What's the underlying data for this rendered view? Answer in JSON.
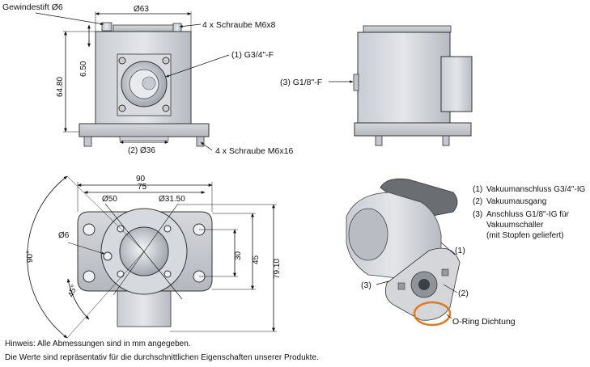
{
  "front_view": {
    "pin_label": "Gewindestift Ø6",
    "width_label": "Ø63",
    "top_screws": "4 x Schraube M6x8",
    "dim_650": "6.50",
    "dim_6480": "64.80",
    "port1": "(1) G3/4\"-F",
    "base_dim": "(2) Ø36",
    "bottom_screws": "4 x Schraube M6x16"
  },
  "side_view": {
    "port3": "(3) G1/8\"-F"
  },
  "bottom_view": {
    "dim_90": "90",
    "dim_75": "75",
    "dim_d50": "Ø50",
    "dim_d3150": "Ø31.50",
    "dim_d6": "Ø6",
    "angle_90": "90°",
    "angle_45": "45°",
    "dim_30": "30",
    "dim_45": "45",
    "dim_7910": "79.10"
  },
  "photo": {
    "callout_1": "(1)",
    "callout_2": "(2)",
    "callout_3": "(3)",
    "oring": "O-Ring Dichtung"
  },
  "legend": [
    {
      "num": "(1)",
      "text": "Vakuumanschluss G3/4\"-IG"
    },
    {
      "num": "(2)",
      "text": "Vakuumausgang"
    },
    {
      "num": "(3)",
      "text": "Anschluss G1/8\"-IG für"
    },
    {
      "num": "",
      "text": "Vakuumschaller"
    },
    {
      "num": "",
      "text": "(mit Stopfen geliefert)"
    }
  ],
  "notes": {
    "line1": "Hinweis: Alle Abmessungen sind in mm angegeben.",
    "line2": "Die Werte sind repräsentativ für die durchschnittlichen Eigenschaften unserer Produkte."
  }
}
